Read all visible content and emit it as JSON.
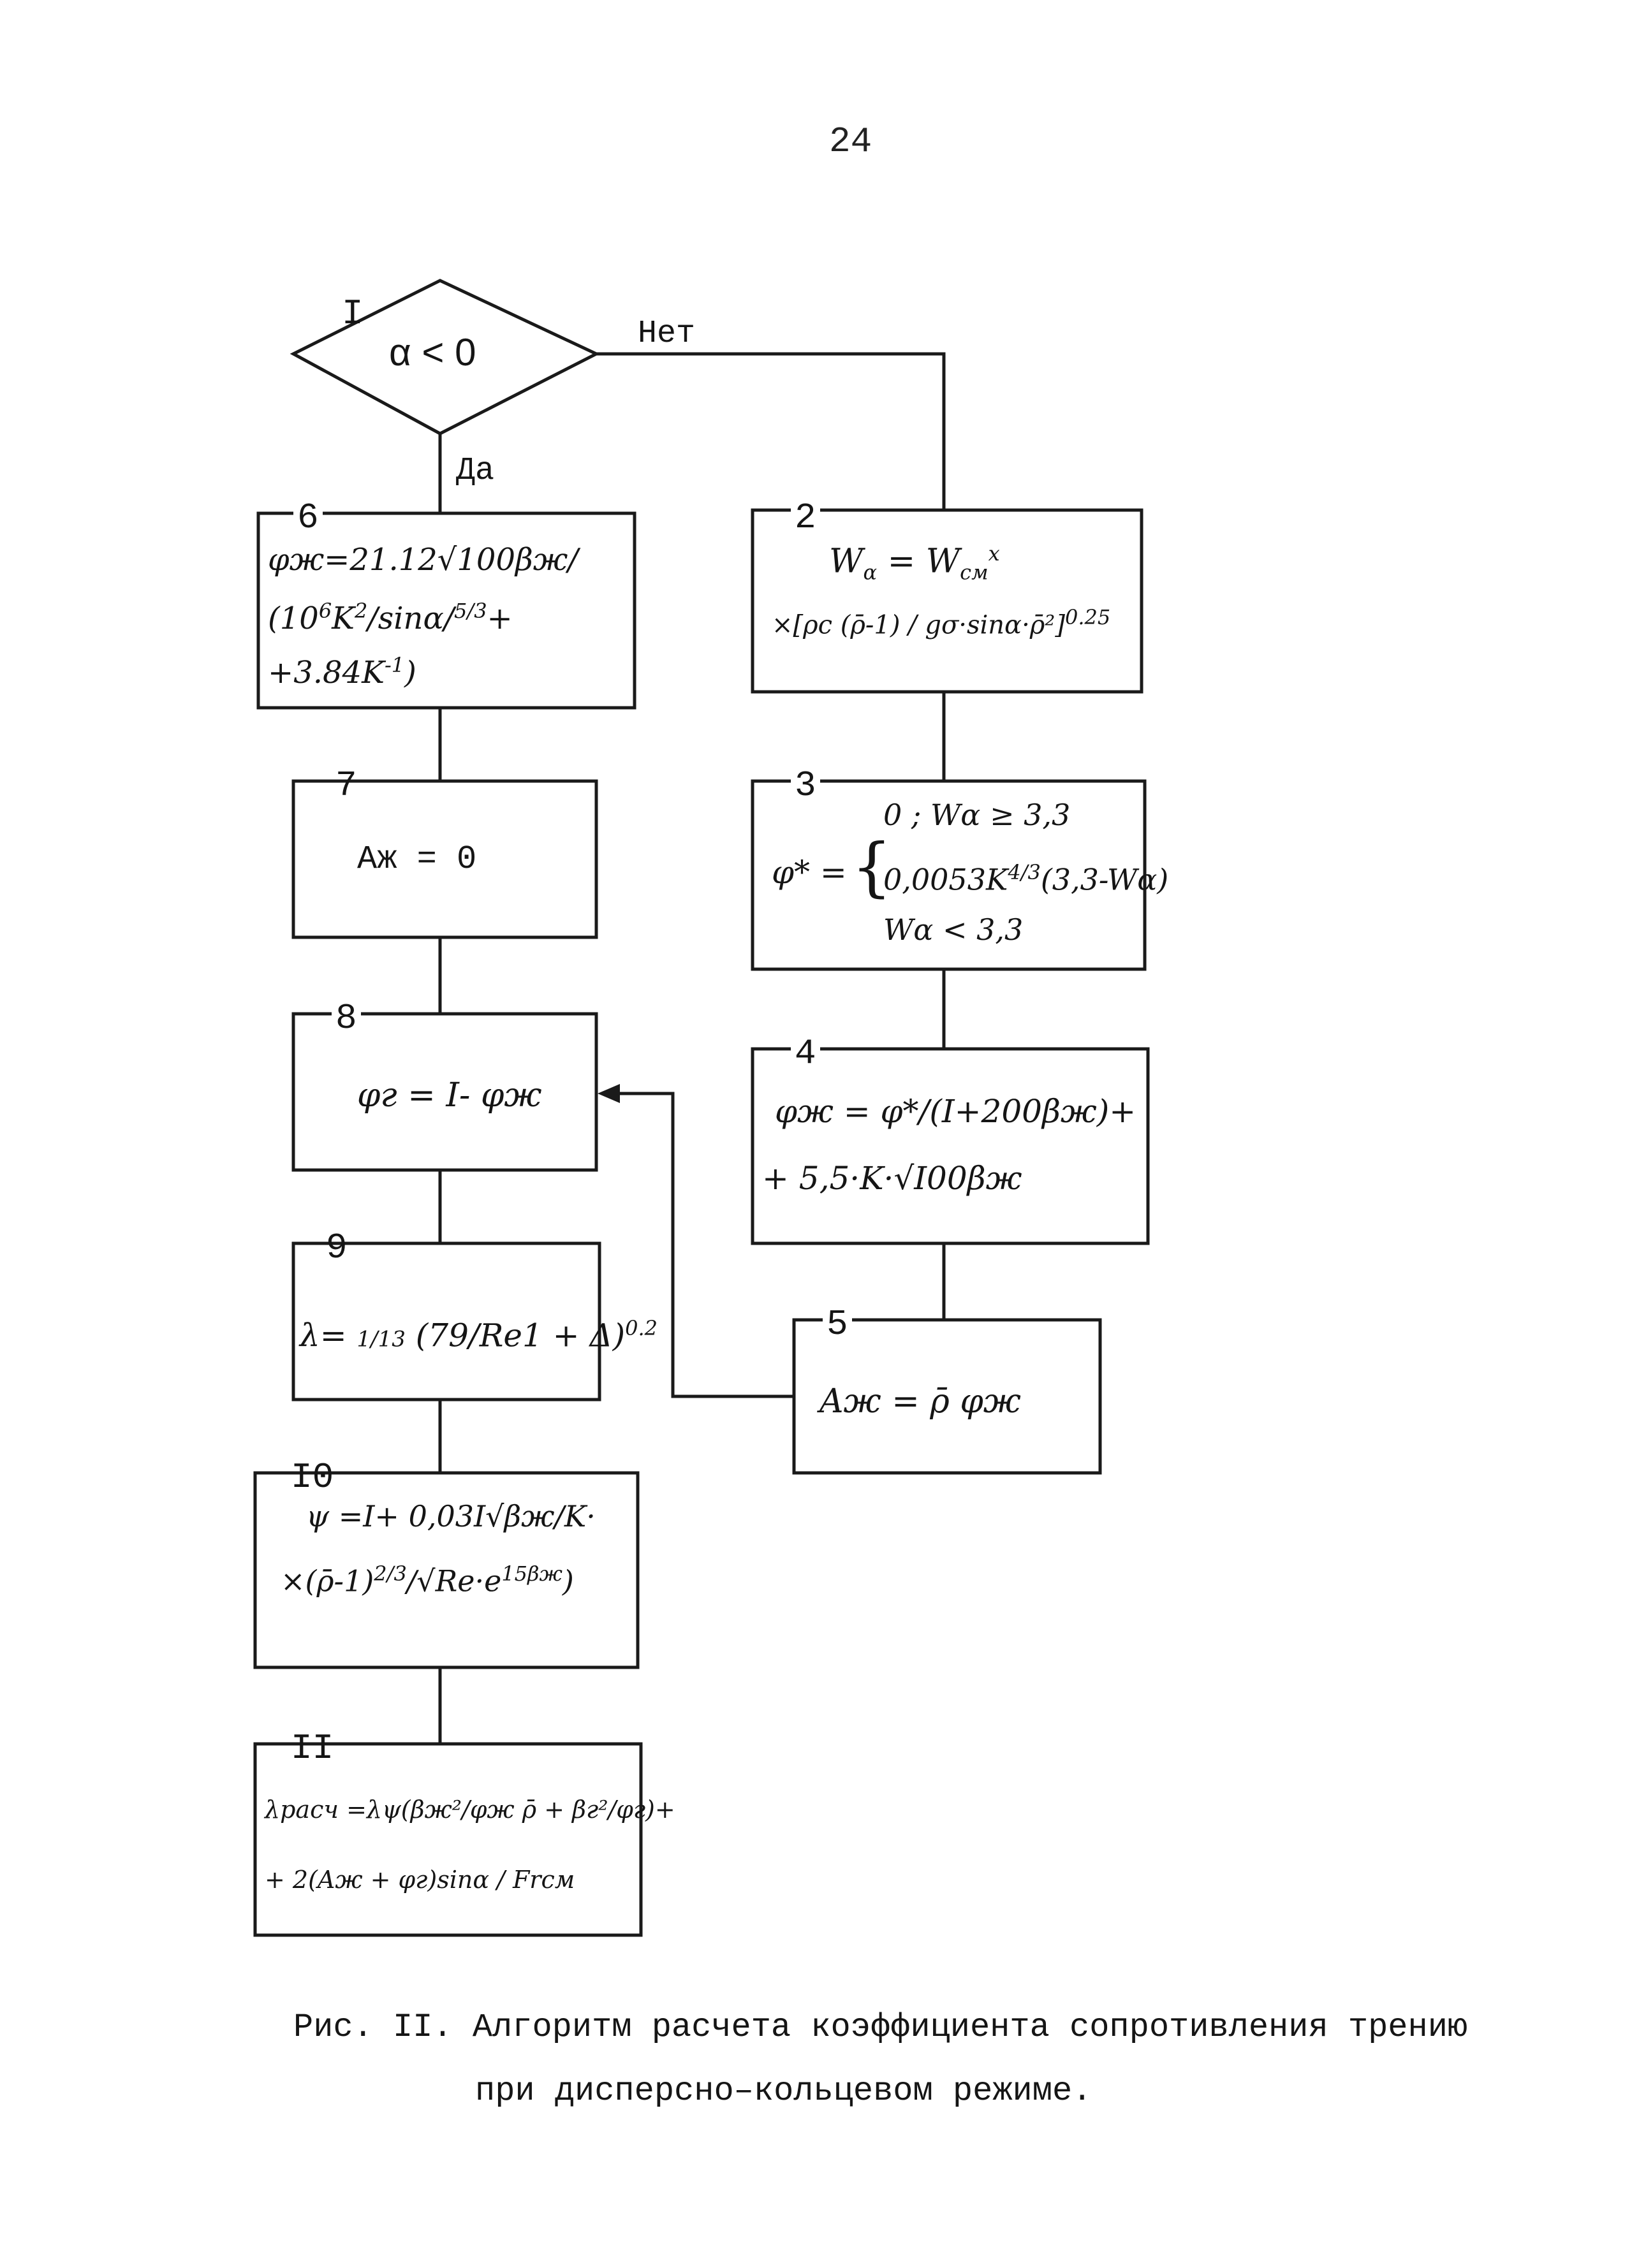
{
  "page_number": "24",
  "decision": {
    "number": "I",
    "condition": "α < 0",
    "yes_label": "Да",
    "no_label": "Нет"
  },
  "blocks": {
    "b2": {
      "number": "2",
      "lines": [
        "W",
        "α = W",
        "см",
        "x",
        "×[ρc (ρ̄-1) / gσ·sinα·ρ̄²]",
        "0.25"
      ]
    },
    "b3": {
      "number": "3",
      "lines": [
        "φ* =",
        "0 ; Wα ≥ 3,3",
        "0,0053K",
        "4/3",
        "(3,3-Wα)",
        "Wα < 3,3"
      ]
    },
    "b4": {
      "number": "4",
      "lines": [
        "φж = φ*/(I+200βж)+",
        "+ 5,5·K·√I00βж"
      ]
    },
    "b5": {
      "number": "5",
      "lines": [
        "Aж = ρ̄ φж"
      ]
    },
    "b6": {
      "number": "6",
      "lines": [
        "φж=21.12√100βж/",
        "(10",
        "6",
        "K",
        "2",
        "/sinα/",
        "5/3",
        "+",
        "+3.84K",
        "-1",
        ")"
      ]
    },
    "b7": {
      "number": "7",
      "lines": [
        "Aж = 0"
      ]
    },
    "b8": {
      "number": "8",
      "lines": [
        "φг = I- φж"
      ]
    },
    "b9": {
      "number": "9",
      "lines": [
        "λ=",
        "1/13",
        "(79/Re1 + Δ)",
        "0.2"
      ]
    },
    "b10": {
      "number": "I0",
      "lines": [
        "ψ =I+ 0,03I√βж/K·",
        "×(ρ̄-1)",
        "2/3",
        "/√Re·e",
        "15βж",
        ")"
      ]
    },
    "b11": {
      "number": "II",
      "lines": [
        "λрасч =λψ(βж²/φж ρ̄ + βг²/φг)+",
        "+ 2(Aж + φг)sinα / Frcм"
      ]
    }
  },
  "caption": {
    "line1": "Рис. II. Алгоритм расчета коэффициента  сопротивления трению",
    "line2": "при дисперсно–кольцевом режиме."
  }
}
